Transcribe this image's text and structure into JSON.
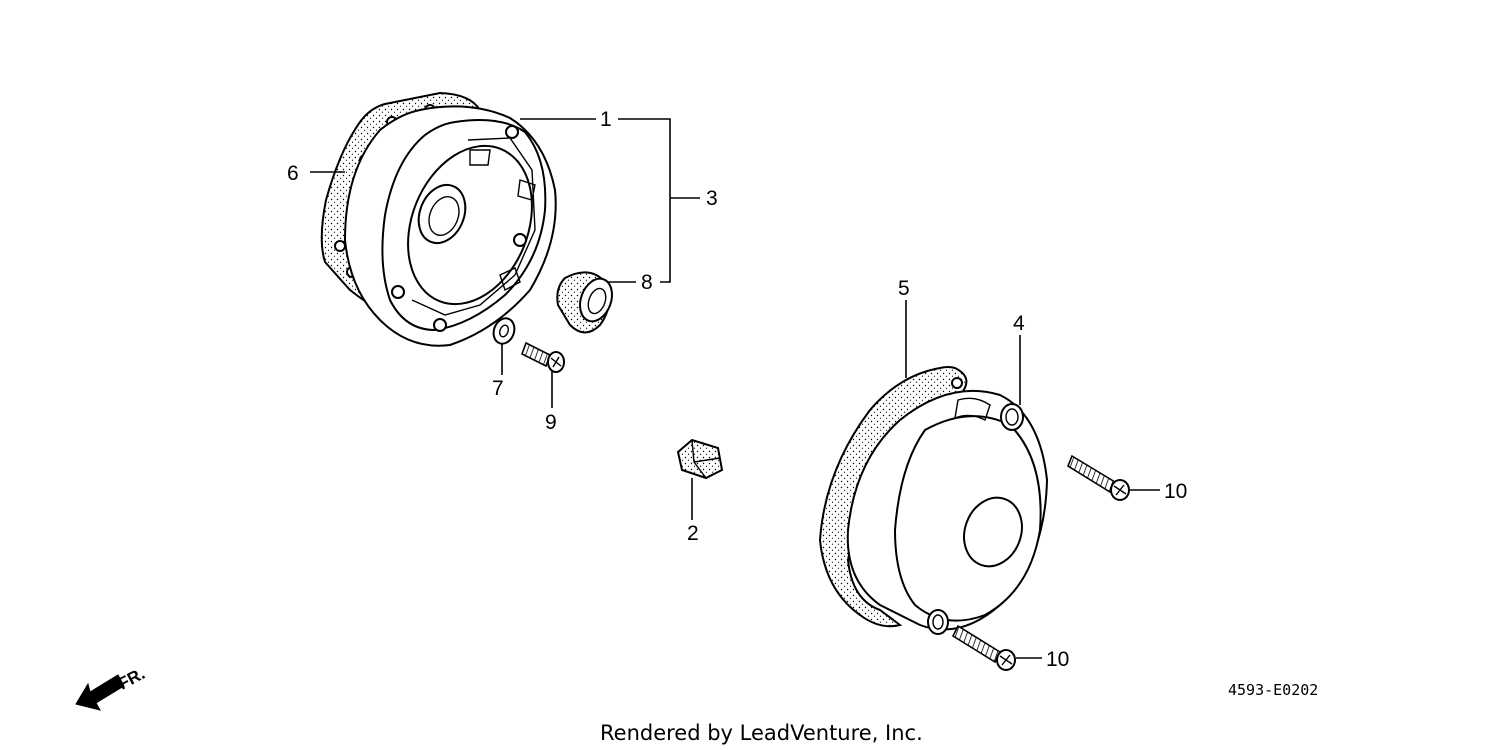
{
  "callouts": {
    "c1": "1",
    "c2": "2",
    "c3": "3",
    "c4": "4",
    "c5": "5",
    "c6": "6",
    "c7": "7",
    "c8": "8",
    "c9": "9",
    "c10a": "10",
    "c10b": "10"
  },
  "direction_label": "FR.",
  "part_code": "4593-E0202",
  "footer": "Rendered by LeadVenture, Inc."
}
